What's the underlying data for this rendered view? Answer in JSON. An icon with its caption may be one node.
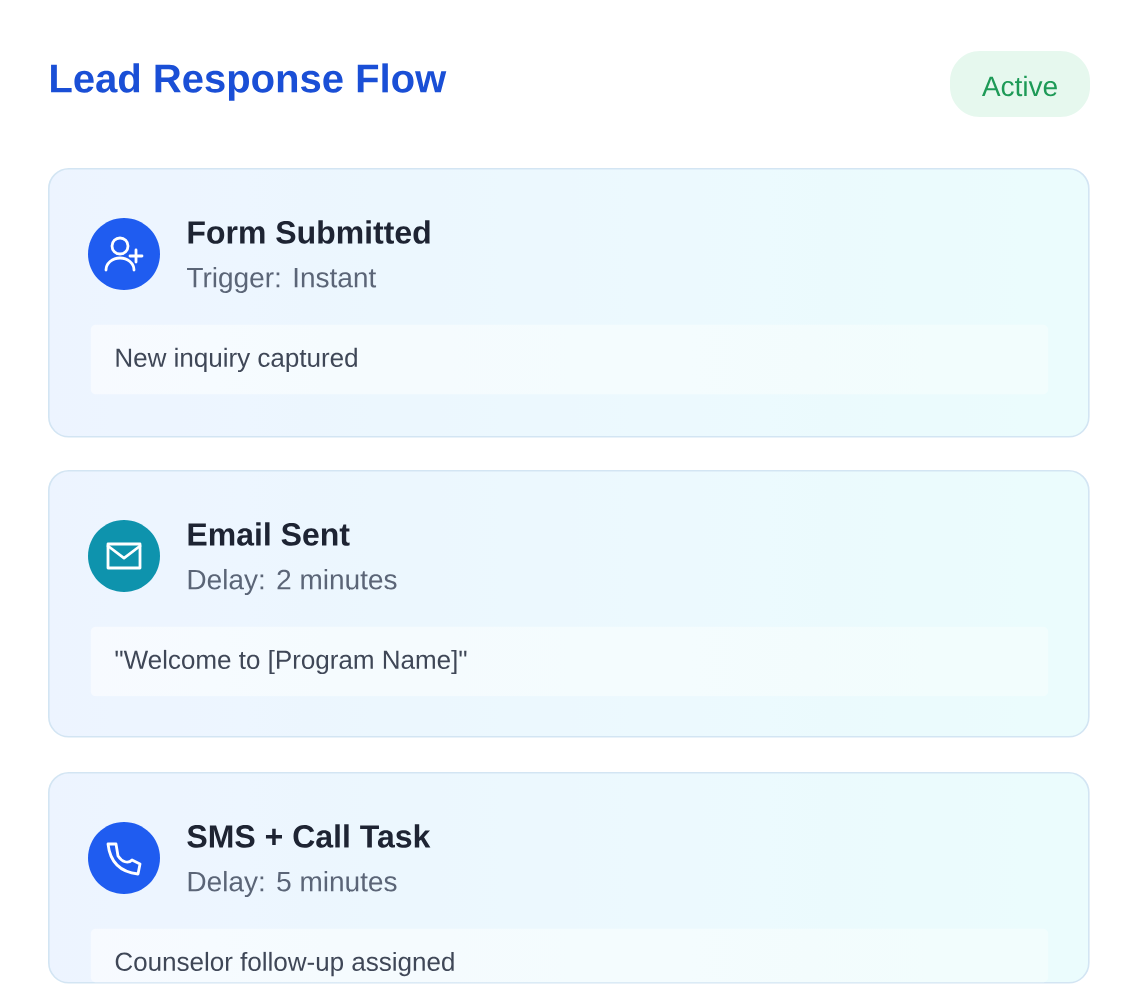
{
  "diagram": {
    "title": "Lead Response Flow",
    "nodes": [
      {
        "text": [
          "Active"
        ]
      },
      {
        "text": [
          "Form Submitted",
          "Trigger: Instant"
        ]
      },
      {
        "text": [
          "New inquiry captured"
        ],
        "in": 1
      },
      {
        "text": [
          "Email Sent",
          "Delay: 2 minutes"
        ]
      },
      {
        "text": [
          "\"Welcome to [Program Name]\""
        ],
        "in": 3
      },
      {
        "text": [
          "SMS + Call Task",
          "Delay: 5 minutes"
        ]
      },
      {
        "text": [
          "Counselor follow-up assigned"
        ],
        "in": 5
      }
    ]
  }
}
